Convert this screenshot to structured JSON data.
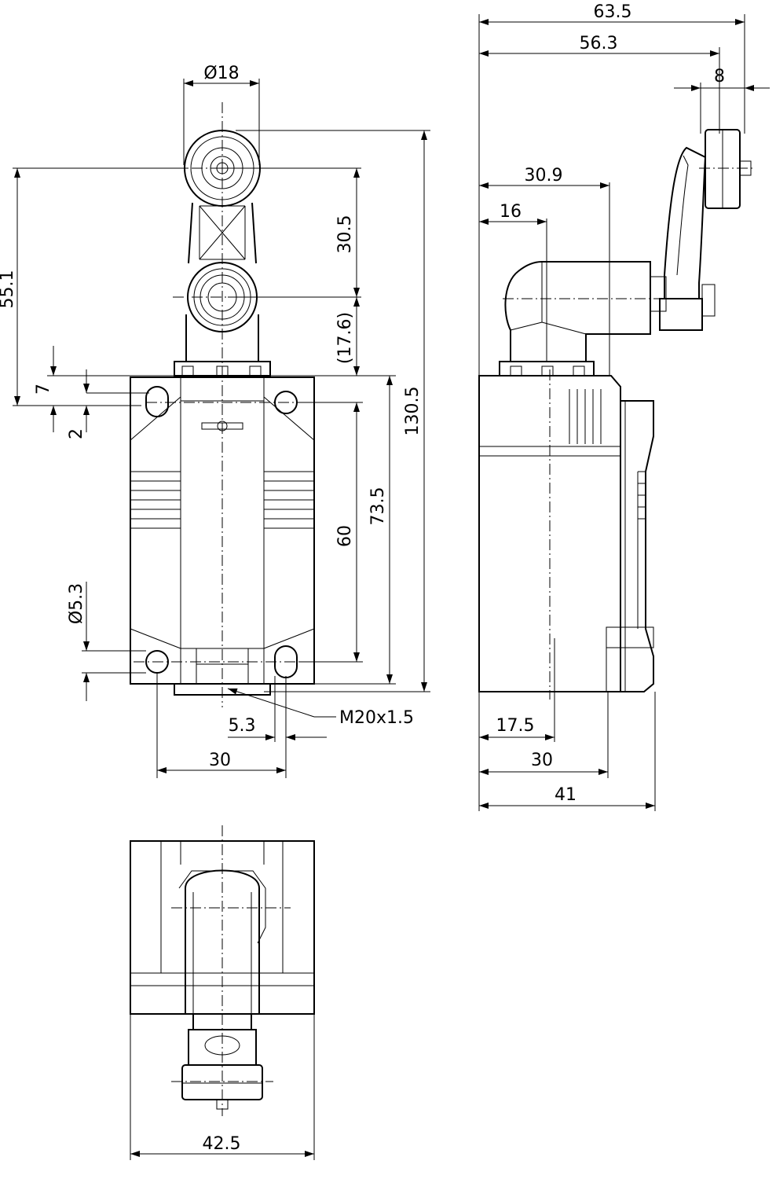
{
  "dimensions": {
    "d_overall_width": "63.5",
    "d_width_to_shaft": "56.3",
    "d_roller_width": "8",
    "d_roller_diameter": "Ø18",
    "d_lever_offset": "30.9",
    "d_head_offset": "16",
    "d_lever_length": "30.5",
    "d_shaft_height": "(17.6)",
    "d_lever_to_mount": "55.1",
    "d_overall_height": "130.5",
    "d_mount_offset_7": "7",
    "d_mount_offset_2": "2",
    "d_body_height": "73.5",
    "d_hole_spacing_vertical": "60",
    "d_hole_diameter": "Ø5.3",
    "d_thread": "M20x1.5",
    "d_thread_offset": "5.3",
    "d_hole_spacing_horizontal": "30",
    "d_side_depth_17_5": "17.5",
    "d_side_depth_30": "30",
    "d_side_depth_41": "41",
    "d_bottom_width": "42.5"
  }
}
